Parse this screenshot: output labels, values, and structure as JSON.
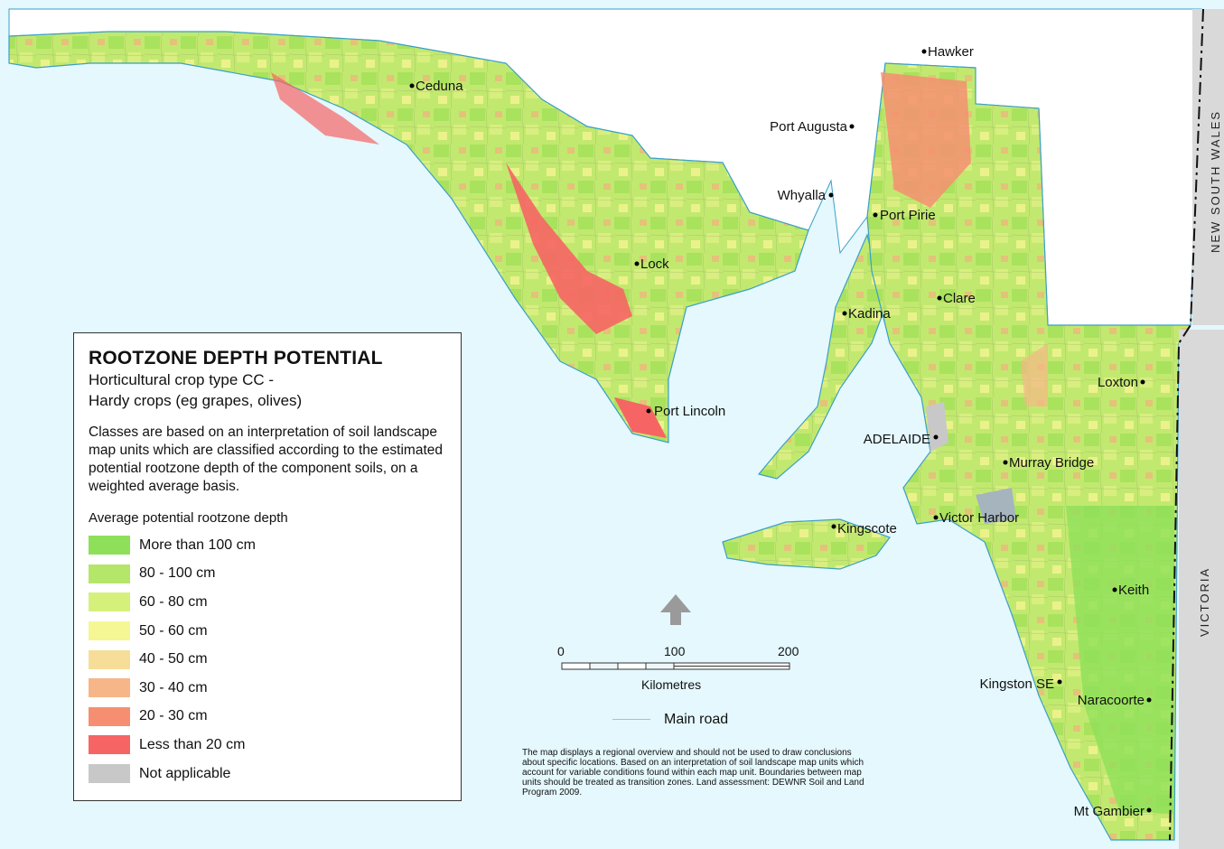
{
  "legend": {
    "title": "ROOTZONE DEPTH POTENTIAL",
    "subtitle_line1": "Horticultural crop type CC -",
    "subtitle_line2": "Hardy crops (eg grapes, olives)",
    "description": "Classes are based on an interpretation of soil landscape map units which are classified according to the estimated potential rootzone depth of the component soils, on a weighted average basis.",
    "heading": "Average potential rootzone depth",
    "classes": [
      {
        "label": "More than 100 cm",
        "color": "#8ee05a"
      },
      {
        "label": "80 - 100 cm",
        "color": "#b4e66a"
      },
      {
        "label": "60 - 80 cm",
        "color": "#d6f07c"
      },
      {
        "label": "50 - 60 cm",
        "color": "#f5f794"
      },
      {
        "label": "40 - 50 cm",
        "color": "#f7de98"
      },
      {
        "label": "30 - 40 cm",
        "color": "#f6b688"
      },
      {
        "label": "20 - 30 cm",
        "color": "#f68f72"
      },
      {
        "label": "Less than 20 cm",
        "color": "#f76464"
      },
      {
        "label": "Not applicable",
        "color": "#c8c8c8"
      }
    ]
  },
  "towns": [
    {
      "name": "Hawker"
    },
    {
      "name": "Ceduna"
    },
    {
      "name": "Port Augusta"
    },
    {
      "name": "Whyalla"
    },
    {
      "name": "Port Pirie"
    },
    {
      "name": "Lock"
    },
    {
      "name": "Clare"
    },
    {
      "name": "Kadina"
    },
    {
      "name": "Loxton"
    },
    {
      "name": "Port Lincoln"
    },
    {
      "name": "ADELAIDE"
    },
    {
      "name": "Murray Bridge"
    },
    {
      "name": "Kingscote"
    },
    {
      "name": "Victor Harbor"
    },
    {
      "name": "Keith"
    },
    {
      "name": "Kingston SE"
    },
    {
      "name": "Naracoorte"
    },
    {
      "name": "Mt Gambier"
    }
  ],
  "states": {
    "nsw": "NEW SOUTH WALES",
    "vic": "VICTORIA"
  },
  "scale_bar": {
    "ticks": [
      "0",
      "100",
      "200"
    ],
    "unit": "Kilometres"
  },
  "road_legend": {
    "label": "Main road"
  },
  "disclaimer": "The map displays a regional overview and should not be used to draw conclusions about specific locations. Based on an interpretation of soil landscape map units which account for variable conditions found within each map unit. Boundaries between map units should be treated as transition zones. Land assessment: DEWNR Soil and Land Program 2009.",
  "colors": {
    "sea": "#e4f8fd",
    "coast": "#3aa0c8",
    "land_outside": "#ffffff",
    "state_strip": "#d9d9d9",
    "north_arrow": "#9a9a9a",
    "water_body": "#a6b4be"
  }
}
